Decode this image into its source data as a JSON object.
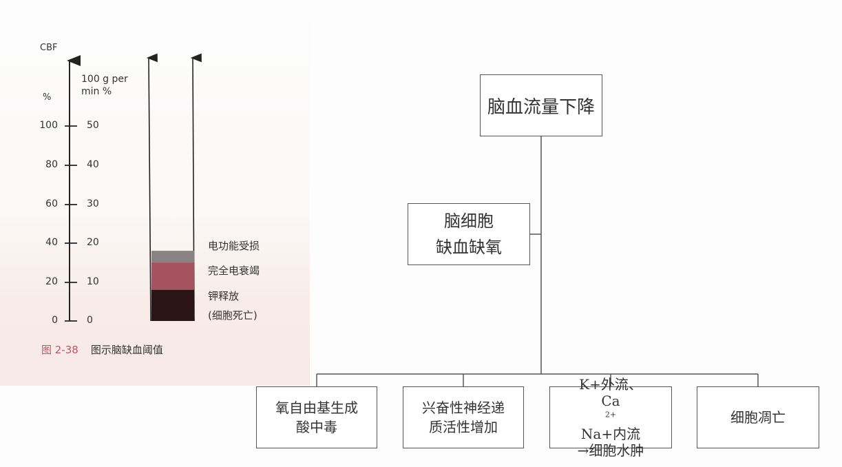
{
  "figure": {
    "axis_label_cbf": "CBF",
    "axis_label_pct": "%",
    "unit_line1": "100 g per",
    "unit_line2": "min %",
    "ticks_left": [
      "100",
      "80",
      "60",
      "40",
      "20",
      "0"
    ],
    "ticks_right": [
      "50",
      "40",
      "30",
      "20",
      "10",
      "0"
    ],
    "bands": [
      {
        "label": "电功能受损",
        "from": 15,
        "to": 18,
        "color": "#8a8182"
      },
      {
        "label": "完全电衰竭",
        "from": 8,
        "to": 15,
        "color": "#a4525e"
      },
      {
        "label": "钾释放",
        "from": 0,
        "to": 8,
        "color": "#2a1416"
      }
    ],
    "band_note": "(细胞死亡)",
    "caption_number": "图 2-38",
    "caption_text": "图示脑缺血阈值"
  },
  "flow": {
    "top": "脑血流量下降",
    "mid_line1": "脑细胞",
    "mid_line2": "缺血缺氧",
    "b1_line1": "氧自由基生成",
    "b1_line2": "酸中毒",
    "b2_line1": "兴奋性神经递",
    "b2_line2": "质活性增加",
    "b3_line1": "K+外流、",
    "b3_ca": "Ca",
    "b3_sup": "2+",
    "b3_na": "Na+内流",
    "b3_line3": "→细胞水肿",
    "b4": "细胞凋亡"
  }
}
